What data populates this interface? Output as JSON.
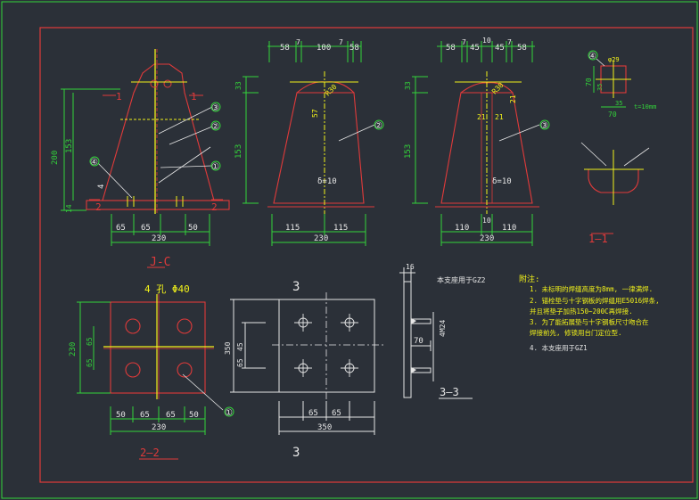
{
  "dims": {
    "front": {
      "top": [
        "58",
        "7",
        "100",
        "7",
        "58"
      ],
      "bottom": [
        "115",
        "115"
      ],
      "total": "230",
      "left_total": "153",
      "left_top": "33",
      "plate": "δ=10",
      "labels": [
        "②"
      ],
      "dim_57": "57",
      "dim_r": "R30"
    },
    "side": {
      "top": [
        "58",
        "7",
        "45",
        "10",
        "45",
        "7",
        "58"
      ],
      "top_first": "58",
      "bottom": [
        "110",
        "10",
        "110"
      ],
      "total": "230",
      "left_total": "153",
      "left_top": "33",
      "plate": "δ=10",
      "dim21a": "21",
      "dim21b": "21",
      "dim21c": "21",
      "r": "R30"
    },
    "jc": {
      "left": [
        "200",
        "153",
        "14"
      ],
      "bottom": [
        "65",
        "65",
        "50"
      ],
      "total": "230",
      "title": "J-C",
      "marks": [
        "1",
        "1",
        "2",
        "2"
      ],
      "circles": [
        "③",
        "②",
        "①",
        "④"
      ],
      "small": "4"
    },
    "det11": {
      "title": "1—1",
      "d29": "φ29",
      "d70a": "70",
      "d35a": "35",
      "d35b": "35",
      "d70b": "70",
      "t": "t=10mm",
      "circ": "④"
    },
    "p22": {
      "title": "2—2",
      "holes": "4 孔 Φ40",
      "left": [
        "230",
        "65",
        "65"
      ],
      "bottom": [
        "50",
        "65",
        "65",
        "50"
      ],
      "total": "230",
      "circ": "①"
    },
    "p33": {
      "left": [
        "350",
        "45",
        "65"
      ],
      "bottom": [
        "65",
        "65"
      ],
      "total": "350",
      "sec": "3",
      "sec2": "3"
    },
    "s33": {
      "title": "3—3",
      "d16": "16",
      "d70": "70",
      "bolt": "4M24",
      "note_top": "本支座用于GZ2"
    }
  },
  "notes": {
    "head": "附注:",
    "items": [
      "1. 未标明的焊缝高度为8mm, 一律满焊.",
      "2. 锚栓垫与十字钢板的焊缝用E5016焊条,",
      "   并且将垫子加热150~200C再焊接.",
      "3. 为了能拓展垫与十字钢板尺寸吻合在",
      "   焊接前先, 修锁用台门定位型.",
      "4.  本支座用于GZ1"
    ]
  },
  "colors": {
    "bg": "#2b3038",
    "green": "#33d33a",
    "red": "#e03a3a",
    "white": "#e6e6e6",
    "yellow": "#f2f21a"
  }
}
